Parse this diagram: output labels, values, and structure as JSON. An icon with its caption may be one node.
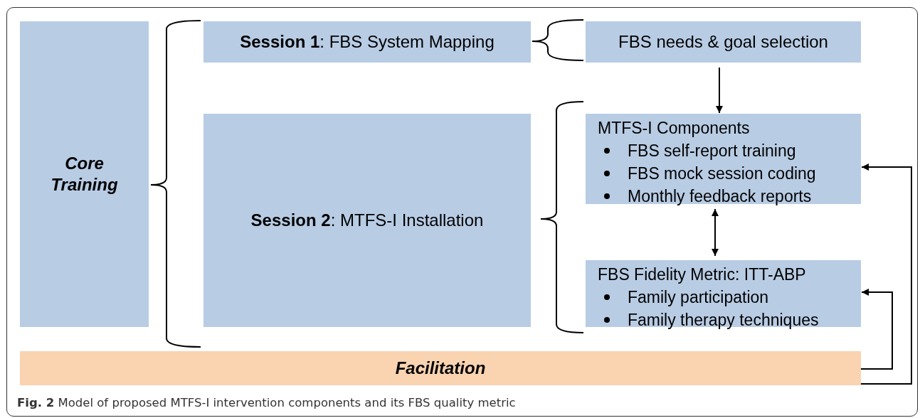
{
  "diagram": {
    "caption": "**Fig. 2** Model of proposed MTFS-I intervention components and its FBS quality metric",
    "nodes": [
      {
        "text": [
          "Core Training"
        ]
      },
      {
        "text": [
          "**Session 1**: FBS System Mapping"
        ]
      },
      {
        "text": [
          "FBS needs & goal selection"
        ]
      },
      {
        "text": [
          "**Session 2**: MTFS-I Installation"
        ]
      },
      {
        "text": [
          "MTFS-I Components",
          "FBS self-report training",
          "FBS mock session coding",
          "Monthly feedback reports"
        ]
      },
      {
        "text": [
          "FBS Fidelity Metric: ITT-ABP",
          "Family participation",
          "Family therapy techniques"
        ]
      },
      {
        "text": [
          "Facilitation"
        ]
      }
    ],
    "edges": [
      {
        "from": 2,
        "to": 4,
        "arrow": "to"
      },
      {
        "from": 4,
        "to": 5,
        "arrow": "both"
      },
      {
        "from": 6,
        "to": 5,
        "arrow": "to"
      },
      {
        "from": 6,
        "to": 4,
        "arrow": "to"
      }
    ]
  }
}
